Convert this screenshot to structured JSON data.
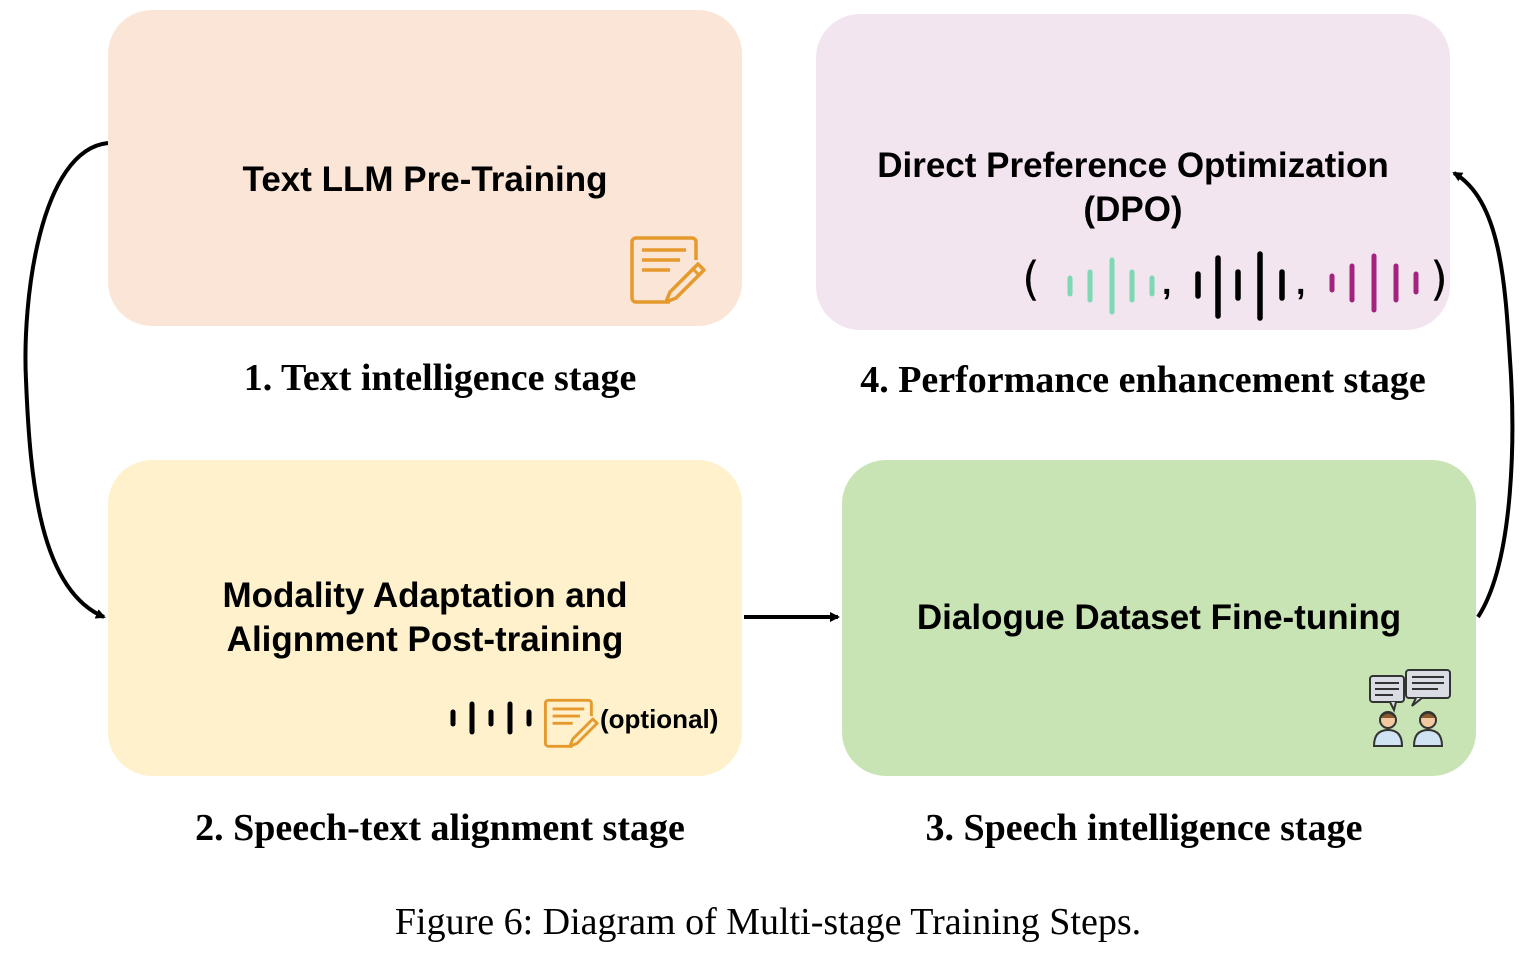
{
  "stage1": {
    "box_title": "Text LLM Pre-Training",
    "label": "1. Text intelligence stage",
    "color": "#fbe5d6",
    "icon": "notepad-pencil-icon"
  },
  "stage2": {
    "box_title_line1": "Modality Adaptation and",
    "box_title_line2": "Alignment Post-training",
    "optional": "(optional)",
    "label": "2. Speech-text alignment stage",
    "color": "#fef1cc",
    "icons": [
      "speech-wave-icon",
      "notepad-pencil-icon"
    ]
  },
  "stage3": {
    "box_title": "Dialogue Dataset Fine-tuning",
    "label": "3. Speech intelligence stage",
    "color": "#c9e4b4",
    "icon": "dialogue-people-icon"
  },
  "stage4": {
    "box_title_line1": "Direct Preference Optimization",
    "box_title_line2": "(DPO)",
    "label": "4. Performance enhancement stage",
    "color": "#f2e5f0",
    "tuple_open": "(",
    "tuple_close": ")",
    "separator": ",",
    "wave_colors": [
      "#7dd8b4",
      "#000000",
      "#a3237d"
    ]
  },
  "caption": "Figure 6: Diagram of Multi-stage Training Steps.",
  "icon_accent": "#e69a2e"
}
